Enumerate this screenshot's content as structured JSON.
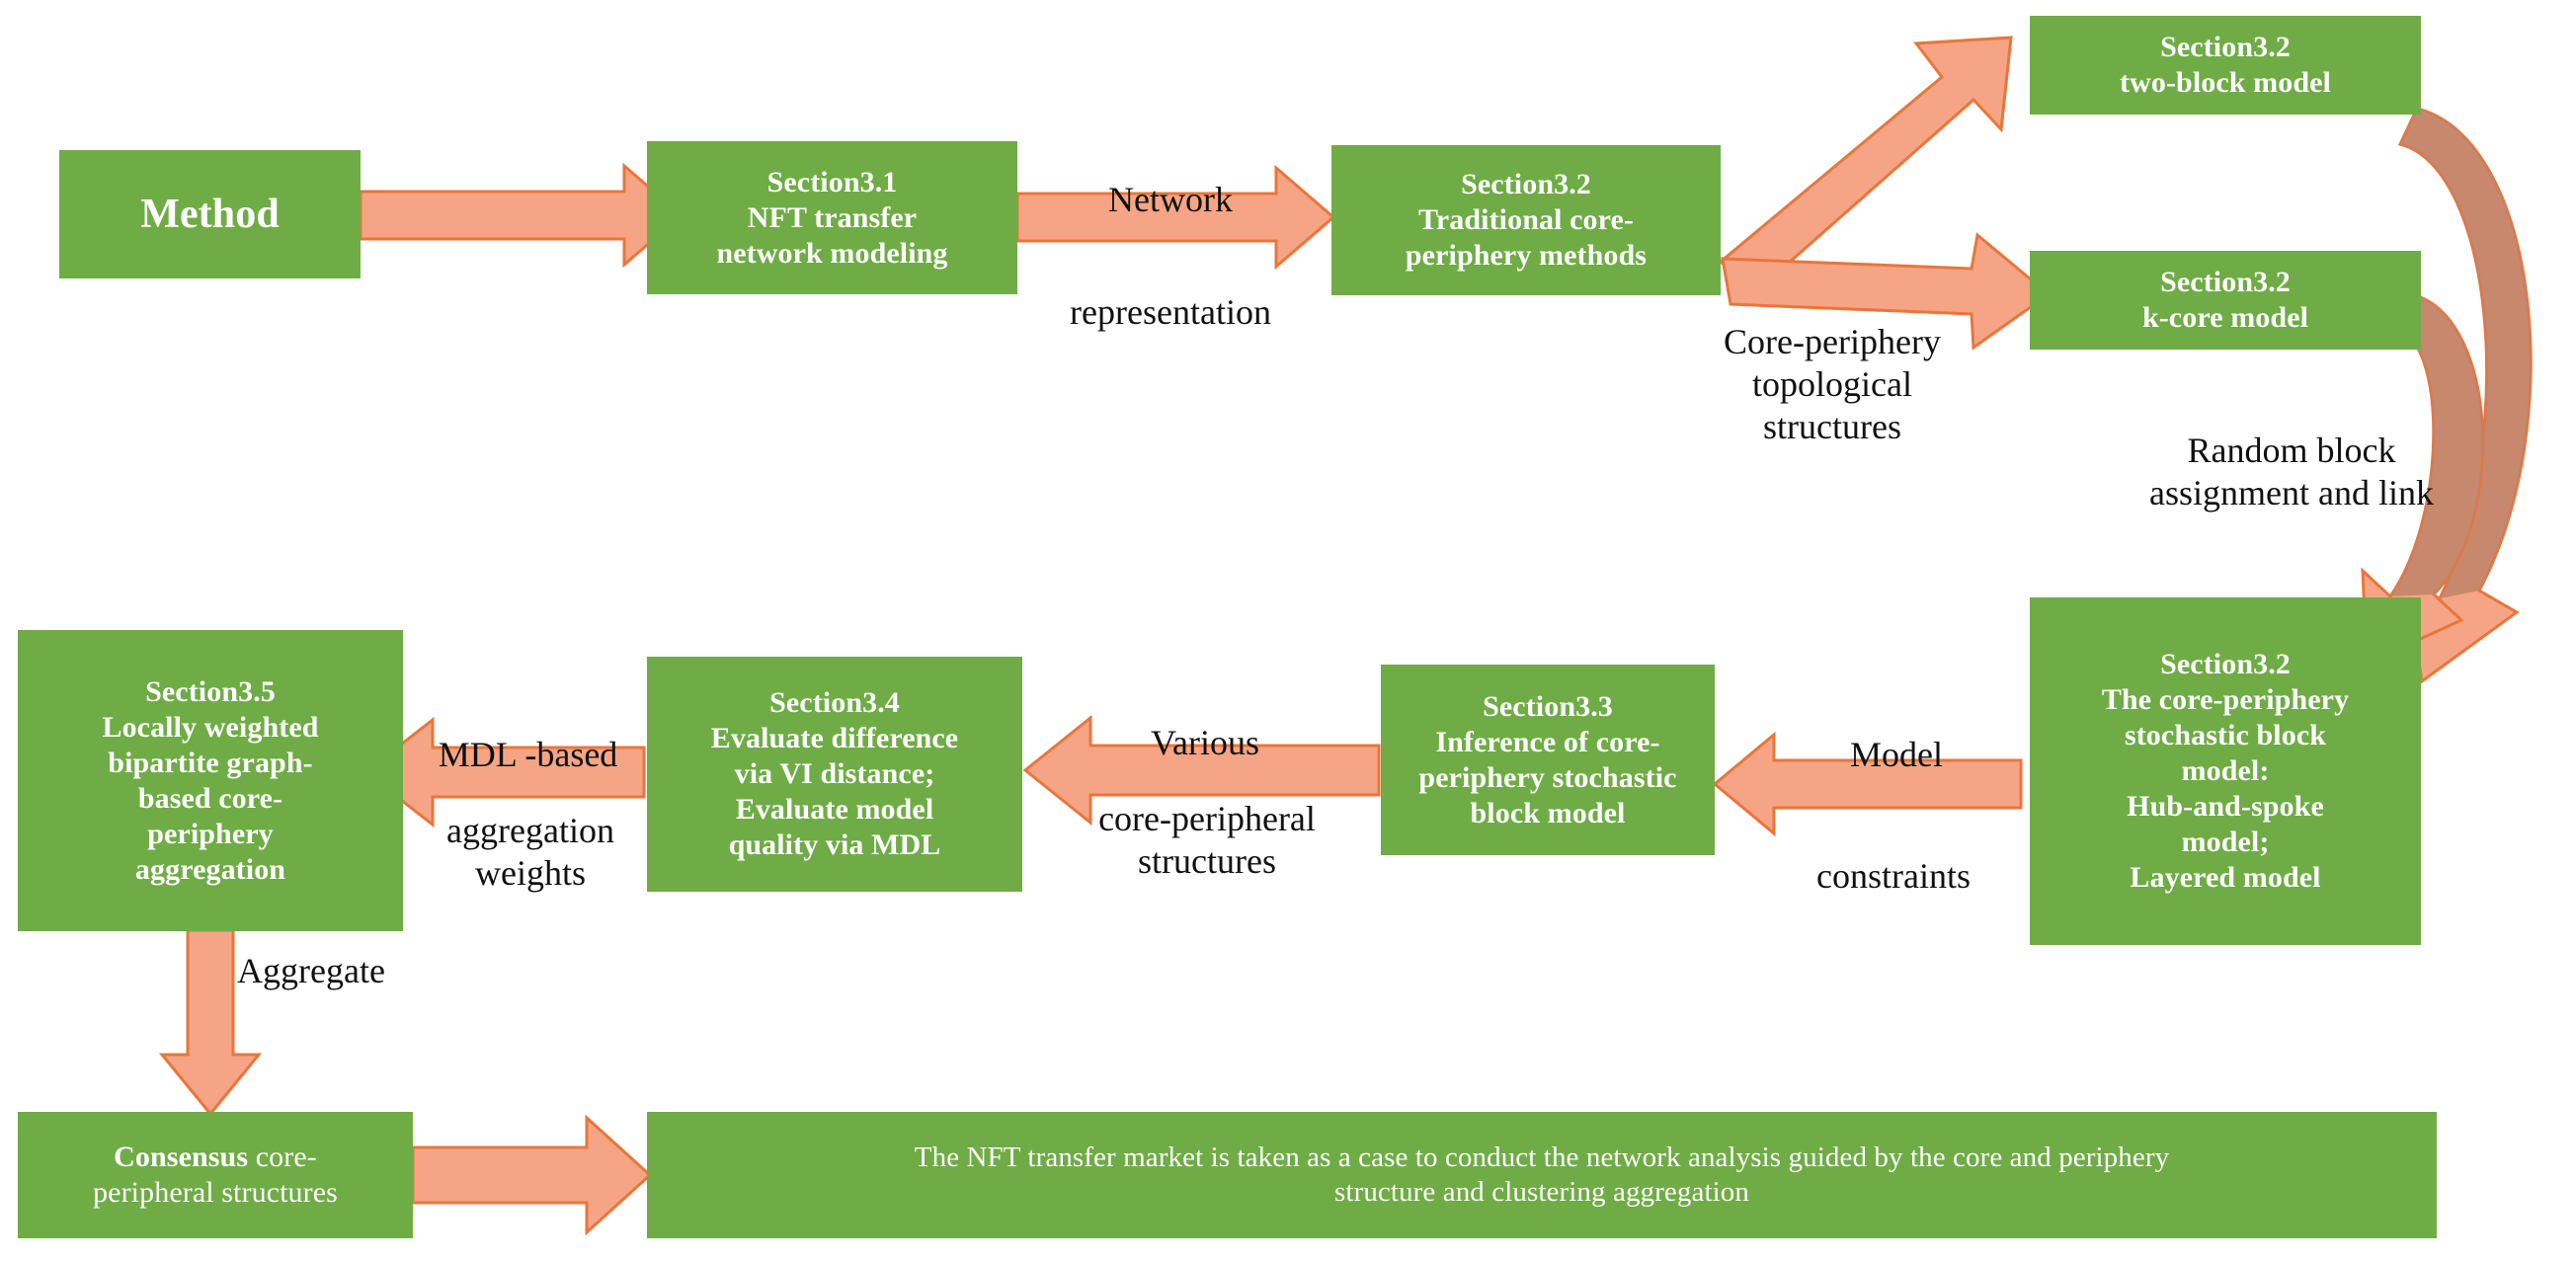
{
  "theme": {
    "box_fill": "#6FAC46",
    "box_text": "#FFFFFF",
    "arrow_fill": "#F5A585",
    "arrow_stroke": "#E8763C",
    "curve_fill_dark": "#C08268",
    "label_text": "#111111",
    "background": "#FFFFFF"
  },
  "diagram": {
    "type": "flowchart",
    "title": "Method flowchart: NFT transfer network core-periphery analysis"
  },
  "nodes": [
    {
      "id": "method",
      "name": "method-box",
      "lines": [
        "Method"
      ]
    },
    {
      "id": "sec31",
      "name": "section-3-1-box",
      "lines": [
        "Section3.1",
        "NFT transfer",
        "network modeling"
      ]
    },
    {
      "id": "sec32_traditional",
      "name": "section-3-2-traditional-box",
      "lines": [
        "Section3.2",
        "Traditional core-",
        "periphery methods"
      ]
    },
    {
      "id": "sec32_twoblock",
      "name": "section-3-2-two-block-box",
      "lines": [
        "Section3.2",
        "two-block model"
      ]
    },
    {
      "id": "sec32_kcore",
      "name": "section-3-2-k-core-box",
      "lines": [
        "Section3.2",
        "k-core model"
      ]
    },
    {
      "id": "sec32_sbm",
      "name": "section-3-2-stochastic-block-model-box",
      "lines": [
        "Section3.2",
        "The core-periphery",
        "stochastic block",
        "model:",
        "Hub-and-spoke",
        "model;",
        "Layered model"
      ]
    },
    {
      "id": "sec33",
      "name": "section-3-3-box",
      "lines": [
        "Section3.3",
        "Inference of core-",
        "periphery stochastic",
        "block model"
      ]
    },
    {
      "id": "sec34",
      "name": "section-3-4-box",
      "lines": [
        "Section3.4",
        "Evaluate difference",
        "via VI distance;",
        "Evaluate model",
        "quality via MDL"
      ]
    },
    {
      "id": "sec35",
      "name": "section-3-5-box",
      "lines": [
        "Section3.5",
        "Locally weighted",
        "bipartite graph-",
        "based core-",
        "periphery",
        "aggregation"
      ]
    },
    {
      "id": "consensus",
      "name": "consensus-structures-box",
      "lines_rich": [
        {
          "bold": "Consensus",
          "normal": " core-"
        },
        {
          "bold": "",
          "normal": "peripheral structures"
        }
      ],
      "lines": [
        "Consensus core-",
        "peripheral structures"
      ]
    },
    {
      "id": "case",
      "name": "case-study-box",
      "lines": [
        "The NFT transfer market is taken as a case to conduct the network analysis guided by the core and periphery",
        "structure and clustering aggregation"
      ]
    }
  ],
  "edge_labels": [
    {
      "id": "network_representation",
      "name": "edge-label-network-representation",
      "line1": "Network",
      "line2": "representation"
    },
    {
      "id": "core_periphery_topological",
      "name": "edge-label-core-periphery-topological-structures",
      "text": "Core-periphery\ntopological\nstructures"
    },
    {
      "id": "random_block",
      "name": "edge-label-random-block-assignment",
      "text": "Random block\nassignment and link"
    },
    {
      "id": "model_constraints",
      "name": "edge-label-model-constraints",
      "line1": "Model",
      "line2": "constraints"
    },
    {
      "id": "various_structures",
      "name": "edge-label-various-core-peripheral-structures",
      "line1": "Various",
      "line2": "core-peripheral\nstructures"
    },
    {
      "id": "mdl_weights",
      "name": "edge-label-mdl-based-aggregation-weights",
      "line1": "MDL -based",
      "line2": "aggregation\nweights"
    },
    {
      "id": "aggregate",
      "name": "edge-label-aggregate",
      "text": "Aggregate"
    }
  ],
  "arrows": [
    {
      "id": "a1",
      "name": "arrow-method-to-section31",
      "direction": "right"
    },
    {
      "id": "a2",
      "name": "arrow-section31-to-section32",
      "direction": "right"
    },
    {
      "id": "a3",
      "name": "arrow-section32-to-two-block",
      "direction": "up-right"
    },
    {
      "id": "a4",
      "name": "arrow-section32-to-k-core",
      "direction": "down-right"
    },
    {
      "id": "a5",
      "name": "arrow-two-block-to-sbm-curved",
      "direction": "curve-down"
    },
    {
      "id": "a6",
      "name": "arrow-k-core-to-sbm-curved",
      "direction": "curve-down"
    },
    {
      "id": "a7",
      "name": "arrow-sbm-to-section33",
      "direction": "left"
    },
    {
      "id": "a8",
      "name": "arrow-section33-to-section34",
      "direction": "left"
    },
    {
      "id": "a9",
      "name": "arrow-section34-to-section35",
      "direction": "left"
    },
    {
      "id": "a10",
      "name": "arrow-section35-to-consensus",
      "direction": "down"
    },
    {
      "id": "a11",
      "name": "arrow-consensus-to-case",
      "direction": "right"
    }
  ]
}
